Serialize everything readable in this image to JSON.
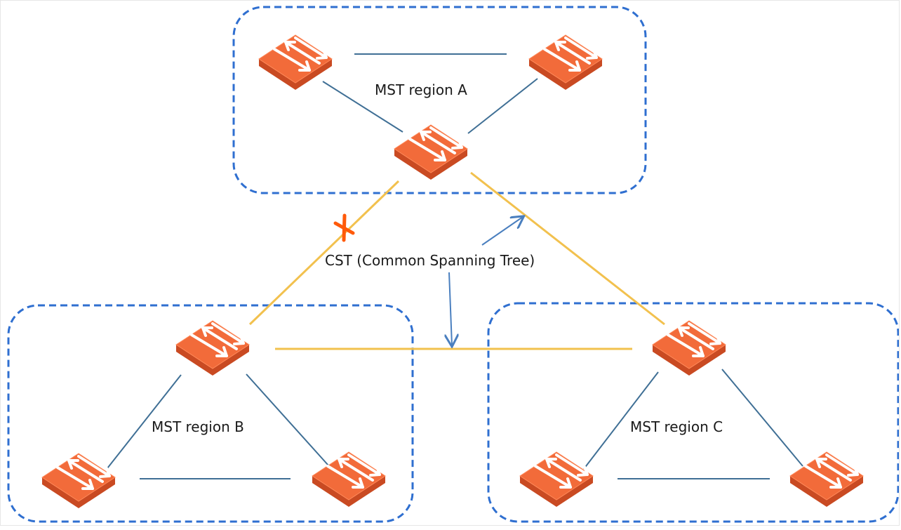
{
  "diagram": {
    "region_labels": {
      "a": "MST region A",
      "b": "MST region B",
      "c": "MST region C"
    },
    "cst_label": "CST (Common Spanning Tree)",
    "colors": {
      "region_border": "#2f6fd0",
      "region_link": "#3f6f95",
      "cst_link": "#f2c14e",
      "switch_top": "#f26b3a",
      "switch_side": "#c94a22",
      "blocked_mark": "#ff5a0a",
      "pointer_arrow": "#4a7fbf"
    },
    "icons": {
      "switch": "switch-icon",
      "blocked": "blocked-link-x-icon"
    }
  }
}
